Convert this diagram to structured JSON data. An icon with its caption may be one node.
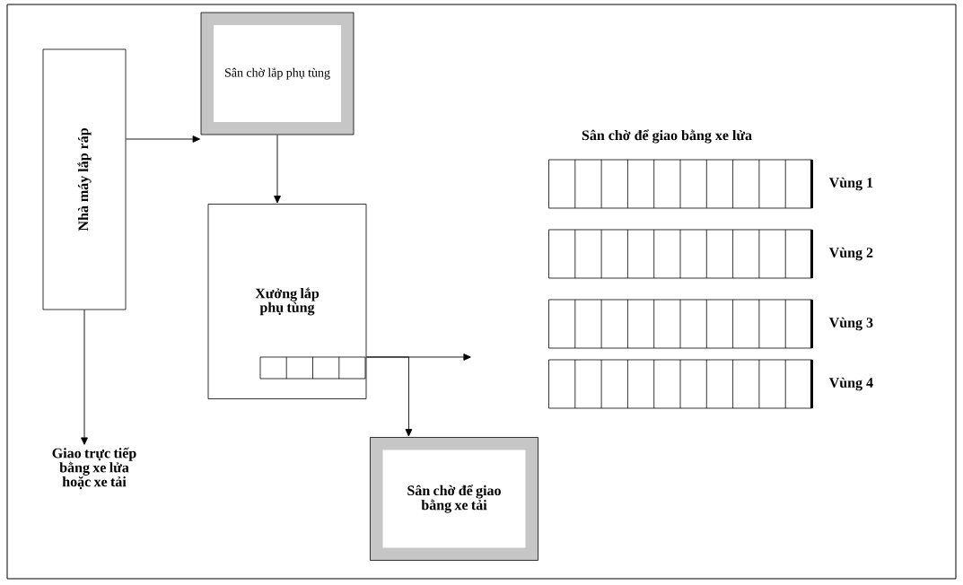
{
  "diagram": {
    "nodes": [
      {
        "text": [
          "Nhà máy lắp ráp"
        ]
      },
      {
        "text": [
          "Sân chờ lắp phụ tùng"
        ]
      },
      {
        "text": [
          "Xưởng lắp phụ tùng"
        ]
      },
      {
        "text": [
          "Giao trực tiếp bằng xe lửa hoặc xe tải"
        ]
      },
      {
        "text": [
          "Sân chờ để giao bằng xe tải"
        ]
      },
      {
        "text": [
          "Sân chờ để giao bằng xe lửa"
        ]
      },
      {
        "text": [],
        "shape": "bar",
        "beside": [
          "Vùng 1"
        ]
      },
      {
        "text": [],
        "shape": "bar",
        "beside": [
          "Vùng 2"
        ]
      },
      {
        "text": [],
        "shape": "bar",
        "beside": [
          "Vùng 3"
        ]
      },
      {
        "text": [],
        "shape": "bar",
        "beside": [
          "Vùng 4"
        ]
      }
    ],
    "edges": [
      {
        "from": 0,
        "to": 1,
        "arrow": "to"
      },
      {
        "from": 1,
        "to": 2,
        "arrow": "to"
      },
      {
        "from": 0,
        "to": 3,
        "arrow": "to"
      },
      {
        "from": 2,
        "to": null,
        "arrow": "to"
      },
      {
        "from": 2,
        "to": 4,
        "arrow": "to"
      }
    ]
  }
}
